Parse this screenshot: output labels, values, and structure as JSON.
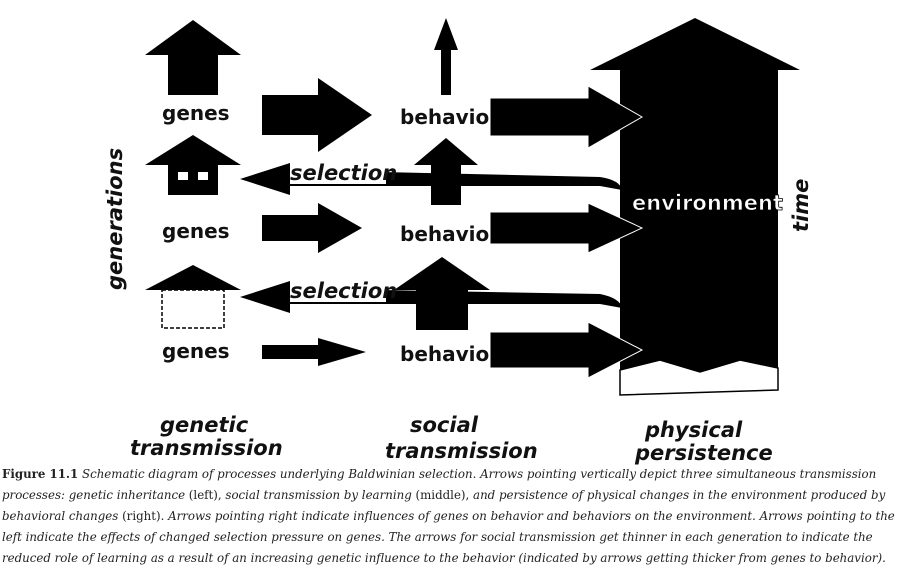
{
  "diagram": {
    "genes_label": "genes",
    "behavior_label": "behavior",
    "selection_label": "selection",
    "environment_label": "environment",
    "time_label": "time",
    "generations_label": "generations",
    "columns": {
      "genetic": [
        "genetic",
        "transmission"
      ],
      "social": [
        "social",
        "transmission"
      ],
      "physical": [
        "physical",
        "persistence"
      ]
    }
  },
  "caption": {
    "figure_label": "Figure 11.1",
    "parts": [
      "Schematic diagram of processes underlying Baldwinian selection. Arrows pointing vertically depict three simultaneous transmission processes: genetic inheritance",
      " (left), ",
      "social transmission by learning",
      " (middle), ",
      "and persistence of physical changes in the environment produced by behavioral changes",
      " (right). ",
      "Arrows pointing right indicate influences of genes on behavior and behaviors on the environment. Arrows pointing to the left indicate the effects of changed selection pressure on genes. The arrows for social transmission get thinner in each generation to indicate the reduced role of learning as a result of an increasing genetic influence to the behavior (indicated by arrows getting thicker from genes to behavior)."
    ]
  }
}
